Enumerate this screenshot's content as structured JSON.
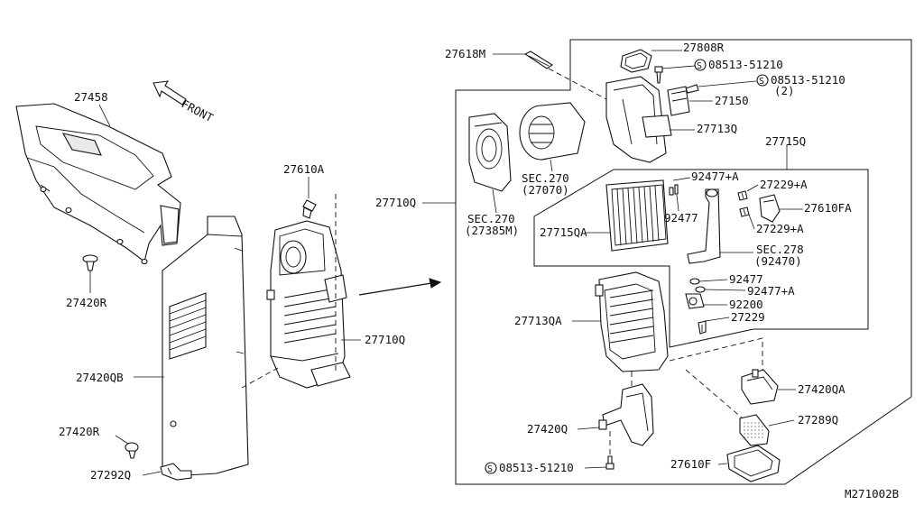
{
  "labels": {
    "front": "FRONT",
    "diagram_id": "M271002B",
    "p27458": "27458",
    "p27420R_a": "27420R",
    "p27420QB": "27420QB",
    "p27420R_b": "27420R",
    "p27292Q": "27292Q",
    "p27610A": "27610A",
    "p27710Q_left": "27710Q",
    "p27710Q_right": "27710Q",
    "p27618M": "27618M",
    "p27808R": "27808R",
    "p08513_a": "08513-51210",
    "p08513_b": "08513-51210",
    "p08513_b_qty": "(2)",
    "p27150": "27150",
    "p27713Q": "27713Q",
    "sec270_a": "SEC.270",
    "sec270_a_ref": "(27070)",
    "sec270_b": "SEC.270",
    "sec270_b_ref": "(27385M)",
    "p27715Q": "27715Q",
    "p92477A_a": "92477+A",
    "p92477_a": "92477",
    "p27229A_a": "27229+A",
    "p27610FA": "27610FA",
    "p27229A_b": "27229+A",
    "p27715QA": "27715QA",
    "sec278": "SEC.278",
    "sec278_ref": "(92470)",
    "p92477_b": "92477",
    "p92477A_b": "92477+A",
    "p92200": "92200",
    "p27229": "27229",
    "p27713QA": "27713QA",
    "p27420QA": "27420QA",
    "p27420Q": "27420Q",
    "p27289Q": "27289Q",
    "p08513_c": "08513-51210",
    "p27610F": "27610F",
    "screw_symbol": "S"
  }
}
